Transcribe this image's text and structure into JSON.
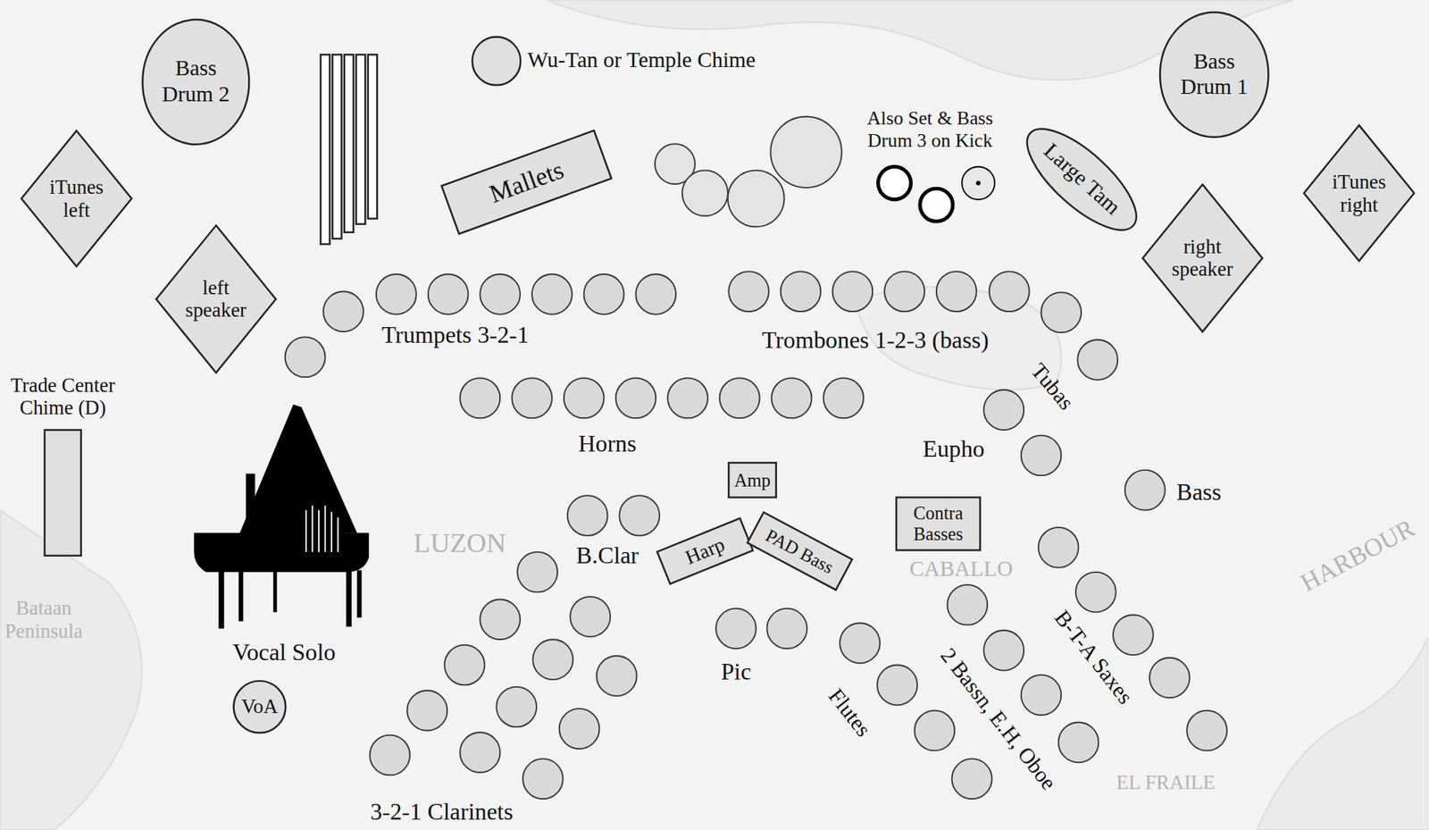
{
  "diagram": {
    "nodes": [
      {
        "text": [
          "Bass Drum 2"
        ]
      },
      {
        "text": [
          "Wu-Tan or Temple Chime"
        ]
      },
      {
        "text": [
          "Bass Drum 1"
        ]
      },
      {
        "text": [
          "iTunes left"
        ]
      },
      {
        "text": [
          "Mallets"
        ]
      },
      {
        "text": [
          "Large Tam"
        ]
      },
      {
        "text": [
          "iTunes right"
        ]
      },
      {
        "text": [
          "left speaker"
        ]
      },
      {
        "text": [
          "right speaker"
        ]
      },
      {
        "text": [
          "Trade Center Chime (D)"
        ]
      },
      {
        "text": [
          "Amp"
        ]
      },
      {
        "text": [
          "Harp"
        ]
      },
      {
        "text": [
          "PAD Bass"
        ]
      },
      {
        "text": [
          "Contra Basses"
        ]
      },
      {
        "text": [
          "VoA"
        ]
      }
    ],
    "labels": [
      "Also Set & Bass Drum 3 on Kick",
      "Trumpets 3-2-1",
      "Trombones 1-2-3 (bass)",
      "Tubas",
      "Horns",
      "Eupho",
      "Bass",
      "B.Clar",
      "Pic",
      "Flutes",
      "2 Bassn, E.H, Oboe",
      "B-T-A Saxes",
      "Vocal Solo",
      "3-2-1 Clarinets",
      "LUZON",
      "CABALLO",
      "EL FRAILE",
      "HARBOUR",
      "Bataan Peninsula"
    ]
  }
}
